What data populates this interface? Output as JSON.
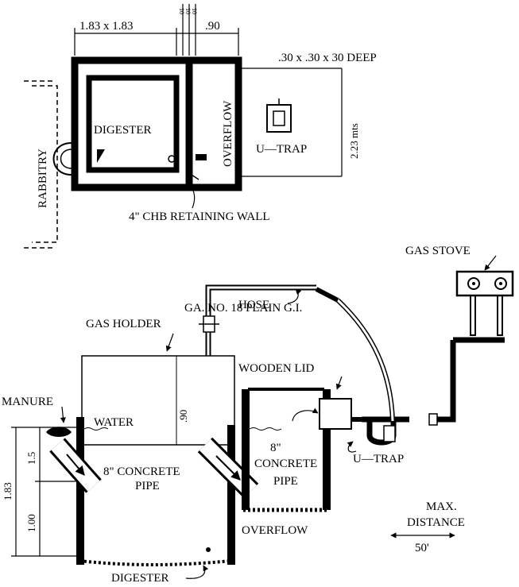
{
  "plan": {
    "dim_digester": "1.83  x  1.83",
    "dim_wall_a": "10",
    "dim_wall_b": "10",
    "dim_wall_c": "10",
    "dim_overflow_width": ".90",
    "dim_pit": ".30  x  .30  x  30  DEEP",
    "dim_length": "2.23 mts",
    "label_digester": "DIGESTER",
    "label_overflow": "OVERFLOW",
    "label_utrap": "U—TRAP",
    "label_rabbitry": "RABBITRY",
    "label_wall": "4\" CHB RETAINING WALL"
  },
  "section": {
    "label_gas_stove": "GAS STOVE",
    "label_hose": "HOSE",
    "label_gas_holder_1": "GA. NO. 18 PLAIN G.I.",
    "label_gas_holder_2": "GAS HOLDER",
    "label_wooden_lid": "WOODEN LID",
    "label_manure": "MANURE",
    "label_water": "WATER",
    "dim_holder": ".90",
    "dim_top": "1.5",
    "dim_total": "1.83",
    "dim_bottom": "1.00",
    "label_inlet_pipe_1": "8\"  CONCRETE",
    "label_inlet_pipe_2": "PIPE",
    "label_outlet_pipe_1": "8\"",
    "label_outlet_pipe_2": "CONCRETE",
    "label_outlet_pipe_3": "PIPE",
    "label_utrap": "U—TRAP",
    "label_overflow": "OVERFLOW",
    "label_digester": "DIGESTER",
    "label_max_1": "MAX.",
    "label_max_2": "DISTANCE",
    "label_max_value": "50'"
  }
}
